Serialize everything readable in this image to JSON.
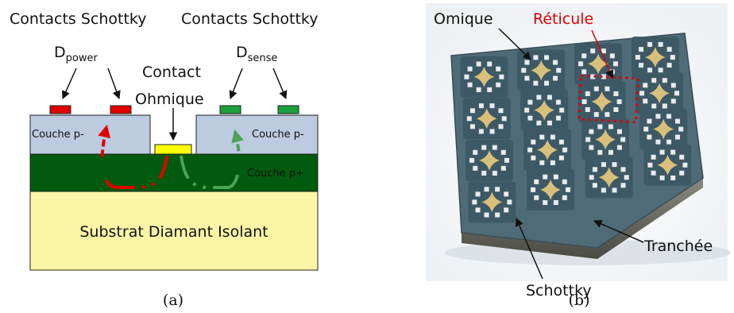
{
  "panel_a": {
    "top_left_label": "Contacts Schottky",
    "top_right_label": "Contacts Schottky",
    "d_power": {
      "main": "D",
      "sub": "power"
    },
    "d_sense": {
      "main": "D",
      "sub": "sense"
    },
    "ohmic_contact_line1": "Contact",
    "ohmic_contact_line2": "Ohmique",
    "layer_p_minus_left": "Couche p-",
    "layer_p_minus_right": "Couche p-",
    "layer_p_plus": "Couche p+",
    "substrate": "Substrat Diamant Isolant",
    "caption": "(a)",
    "colors": {
      "p_minus": "#bccbe0",
      "p_plus": "#005b0e",
      "substrate": "#fdf5a6",
      "power_contact": "#e00000",
      "sense_contact": "#1aa03c",
      "ohmic_contact": "#ffff00"
    }
  },
  "panel_b": {
    "label_omique": "Omique",
    "label_reticule": "Réticule",
    "label_tranchee": "Tranchée",
    "label_schottky": "Schottky",
    "caption": "(b)",
    "colors": {
      "reticule": "#e00000",
      "chip": "#4f6b78",
      "metal": "#d9c07a"
    }
  }
}
